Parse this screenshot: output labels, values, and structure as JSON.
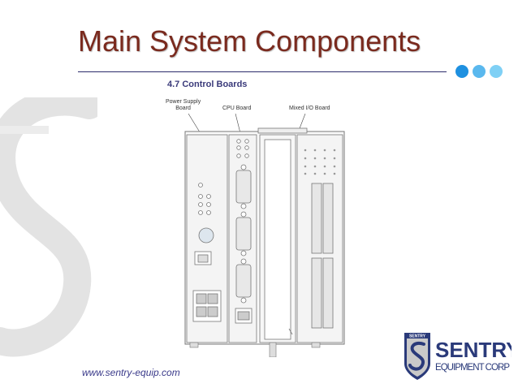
{
  "slide": {
    "title": "Main System Components",
    "footer_url": "www.sentry-equip.com"
  },
  "figure": {
    "caption": "4.7  Control Boards",
    "labels": {
      "power_supply_line1": "Power Supply",
      "power_supply_line2": "Board",
      "cpu": "CPU Board",
      "mixed_io": "Mixed I/O Board"
    }
  },
  "logo": {
    "shield_text": "SENTRY",
    "name": "SENTRY",
    "subtitle": "EQUIPMENT CORP"
  },
  "colors": {
    "title": "#7a2a1e",
    "rule": "#2b2b6b",
    "dot_accent": "#1e90e0",
    "dot_light": "#7fd0f5",
    "logo_blue": "#2a3a7a"
  },
  "icons": [
    "sentry-watermark-s-icon",
    "decorative-dots-icon",
    "sentry-shield-logo-icon"
  ]
}
